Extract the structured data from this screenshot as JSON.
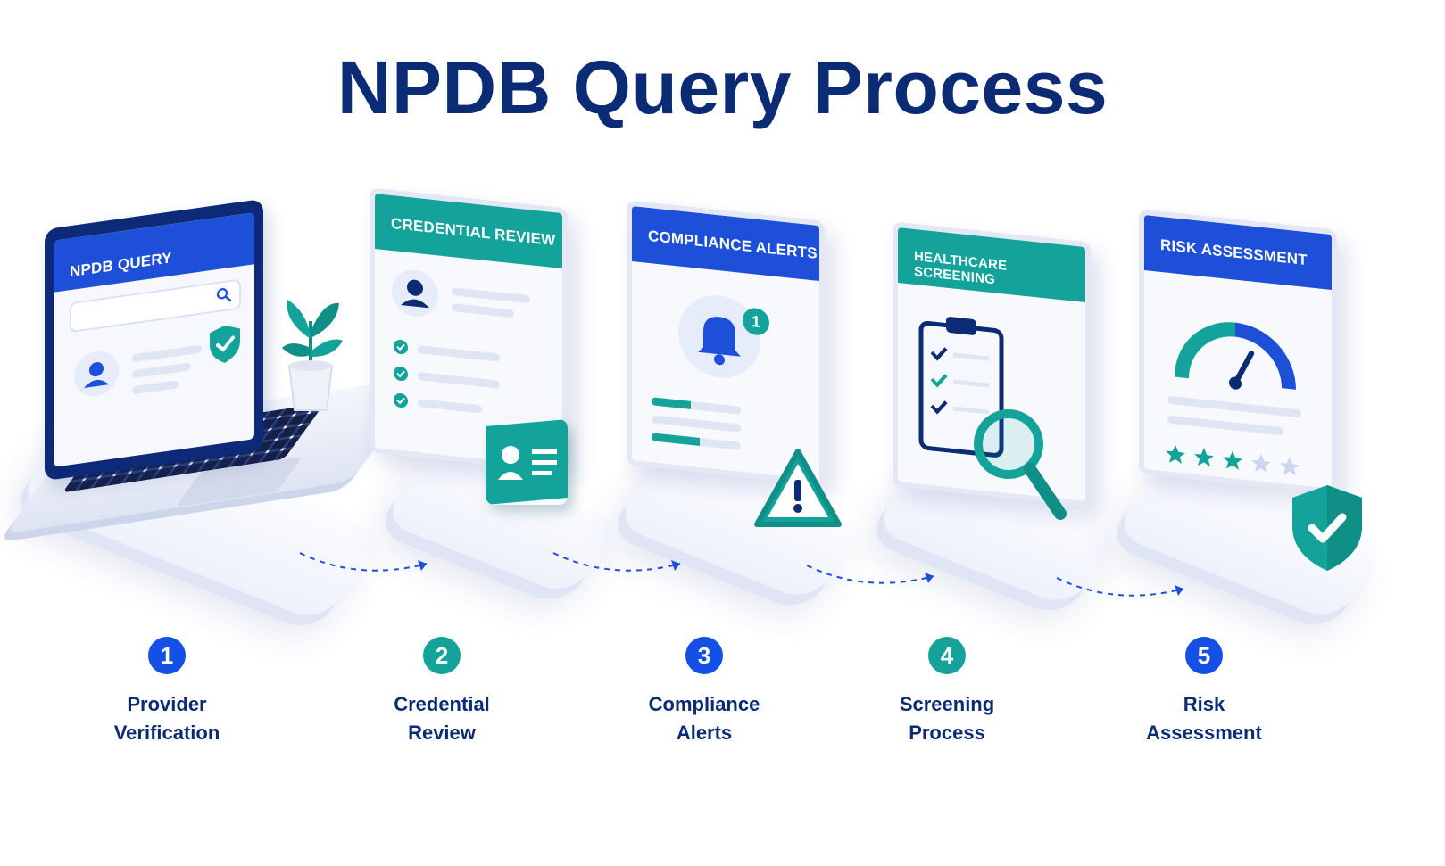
{
  "title": "NPDB Query Process",
  "colors": {
    "navy": "#0b2b74",
    "blue": "#1e4fd8",
    "teal": "#13a39a",
    "light": "#f6f8fe"
  },
  "scenes": {
    "laptop": {
      "header": "NPDB QUERY",
      "icons": [
        "search-icon",
        "user-icon",
        "shield-check-icon",
        "plant-icon"
      ]
    },
    "credential": {
      "header": "CREDENTIAL REVIEW",
      "icons": [
        "user-icon",
        "check-circle-icon",
        "id-card-icon"
      ]
    },
    "compliance": {
      "header": "COMPLIANCE ALERTS",
      "badge_count": "1",
      "icons": [
        "bell-icon",
        "warning-triangle-icon"
      ]
    },
    "screening": {
      "header": "HEALTHCARE SCREENING",
      "icons": [
        "clipboard-checklist-icon",
        "magnifier-icon"
      ]
    },
    "risk": {
      "header": "RISK ASSESSMENT",
      "rating": 3,
      "rating_max": 5,
      "gauge_level": 0.65,
      "icons": [
        "gauge-icon",
        "star-icon",
        "shield-check-icon"
      ]
    }
  },
  "steps": [
    {
      "number": "1",
      "line1": "Provider",
      "line2": "Verification",
      "color": "blue"
    },
    {
      "number": "2",
      "line1": "Credential",
      "line2": "Review",
      "color": "teal"
    },
    {
      "number": "3",
      "line1": "Compliance",
      "line2": "Alerts",
      "color": "blue"
    },
    {
      "number": "4",
      "line1": "Screening",
      "line2": "Process",
      "color": "teal"
    },
    {
      "number": "5",
      "line1": "Risk",
      "line2": "Assessment",
      "color": "blue"
    }
  ]
}
